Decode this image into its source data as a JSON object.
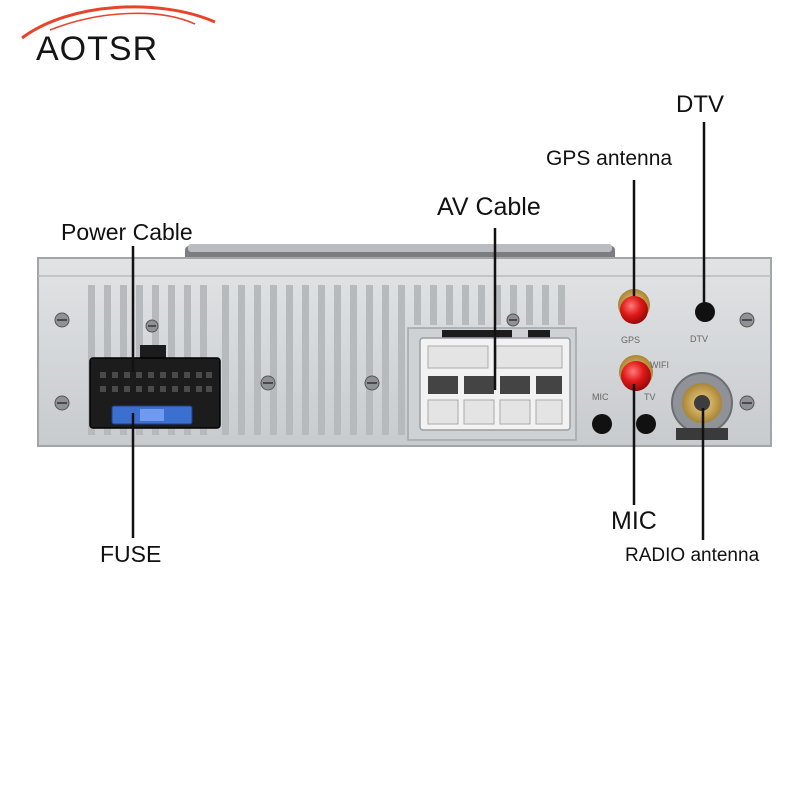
{
  "brand": {
    "name": "AOTSR",
    "swoosh_color": "#e8432b"
  },
  "labels": {
    "dtv": "DTV",
    "gps_antenna": "GPS antenna",
    "av_cable": "AV Cable",
    "power_cable": "Power Cable",
    "fuse": "FUSE",
    "mic": "MIC",
    "radio_antenna": "RADIO antenna"
  },
  "panel_markings": {
    "gps": "GPS",
    "wifi": "WIFI",
    "dtv": "DTV",
    "mic": "MIC",
    "tv": "TV"
  },
  "colors": {
    "chassis": "#d4d6d8",
    "chassis_dark": "#aeb1b4",
    "connector_black": "#1c1c1c",
    "connector_white": "#f2f2f2",
    "fuse_blue": "#3b6fd0",
    "antenna_red": "#e01818",
    "antenna_gold": "#c9a040"
  }
}
